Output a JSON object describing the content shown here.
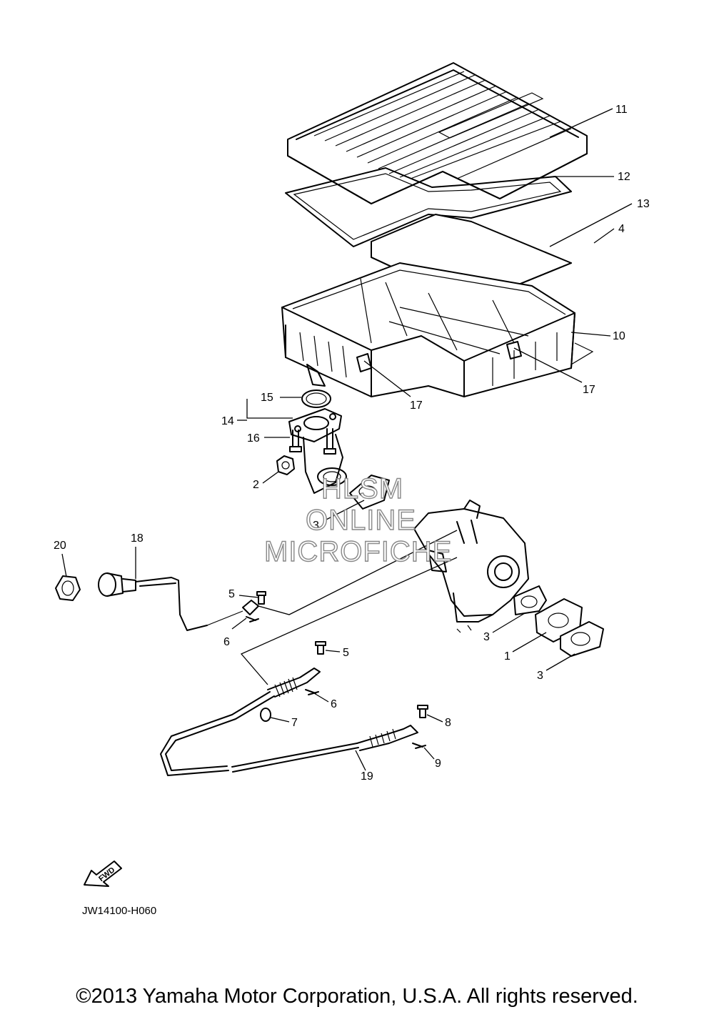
{
  "callouts": {
    "c11": "11",
    "c12": "12",
    "c13": "13",
    "c4": "4",
    "c10": "10",
    "c17a": "17",
    "c17b": "17",
    "c15": "15",
    "c14": "14",
    "c16": "16",
    "c2": "2",
    "c3a": "3",
    "c20": "20",
    "c18": "18",
    "c5a": "5",
    "c6a": "6",
    "c3b": "3",
    "c1": "1",
    "c3c": "3",
    "c5b": "5",
    "c6b": "6",
    "c7": "7",
    "c8": "8",
    "c9": "9",
    "c19": "19"
  },
  "watermark": {
    "line1": "HLSM",
    "line2": "ONLINE",
    "line3": "MICROFICHE"
  },
  "fwd_label": "FWD",
  "diagram_code": "JW14100-H060",
  "copyright": "©2013 Yamaha Motor Corporation, U.S.A. All rights reserved."
}
